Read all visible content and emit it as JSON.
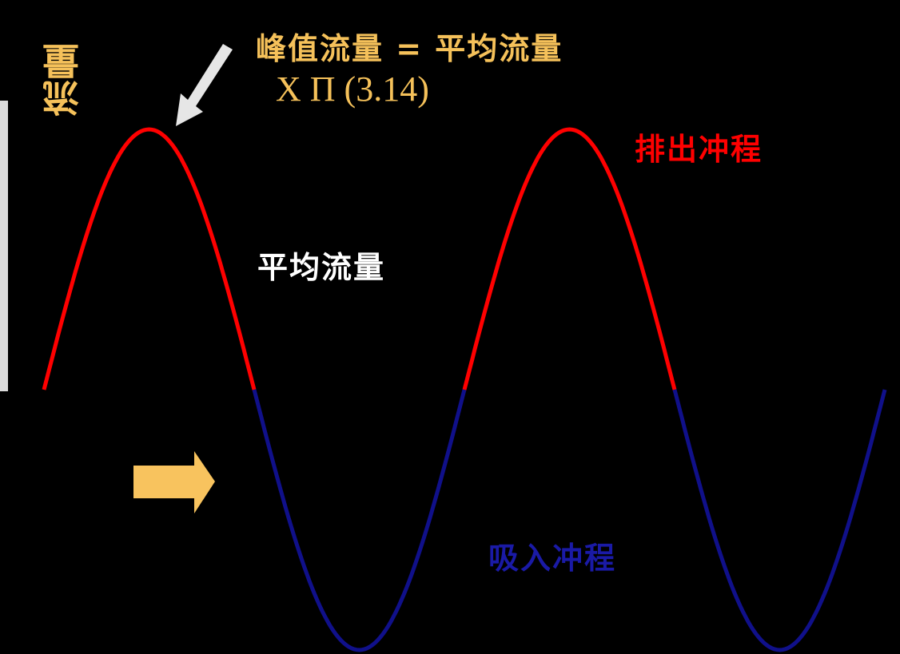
{
  "labels": {
    "y_axis": "流量",
    "peak_formula_line1": "峰值流量 = 平均流量",
    "peak_formula_line2": "X Π (3.14)",
    "average_flow": "平均流量",
    "discharge_stroke": "排出冲程",
    "suction_stroke": "吸入冲程"
  },
  "colors": {
    "background": "#000000",
    "discharge_curve": "#ff0000",
    "suction_curve": "#10108a",
    "formula_text": "#f5c15a",
    "pointer_arrow": "#e6e6e6",
    "flow_direction_arrow": "#f8c35e",
    "axis_line": "#dcdcdc"
  },
  "icons": {
    "pointer": "arrow-pointer-icon",
    "flow_direction": "right-block-arrow-icon"
  }
}
